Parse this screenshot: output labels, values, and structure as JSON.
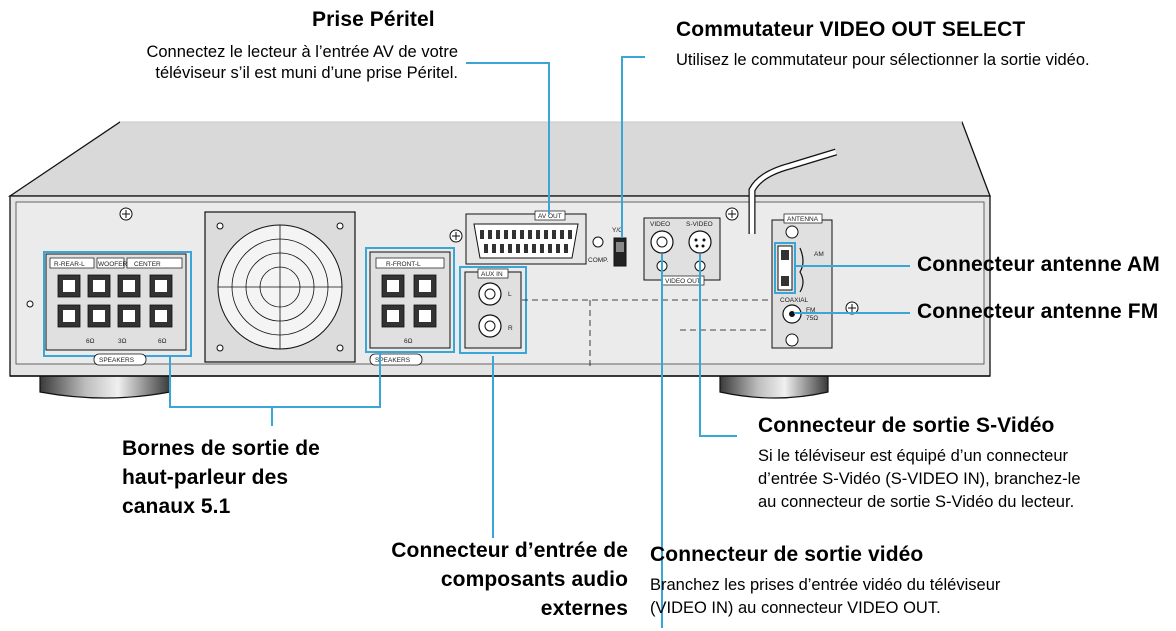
{
  "colors": {
    "callout": "#3aa6d8",
    "body": "#e3e3e3",
    "top": "#d8d8d8",
    "panel": "#eeeeee"
  },
  "callouts": {
    "peritel": {
      "title": "Prise Péritel",
      "desc": "Connectez le lecteur à l’entrée AV de votre\ntéléviseur s’il est muni d’une prise Péritel."
    },
    "video_out_select": {
      "title": "Commutateur VIDEO OUT SELECT",
      "desc": "Utilisez le commutateur pour sélectionner la sortie vidéo."
    },
    "am": {
      "title": "Connecteur antenne AM"
    },
    "fm": {
      "title": "Connecteur antenne FM"
    },
    "speakers": {
      "title": "Bornes de sortie de\nhaut-parleur des\ncanaux 5.1"
    },
    "aux": {
      "title": "Connecteur d’entrée de\ncomposants audio\nexternes"
    },
    "svideo": {
      "title": "Connecteur de sortie S-Vidéo",
      "desc": "Si le téléviseur est équipé d’un connecteur\nd’entrée S-Vidéo (S-VIDEO IN), branchez-le\nau connecteur de sortie S-Vidéo du lecteur."
    },
    "video": {
      "title": "Connecteur de sortie vidéo",
      "desc": "Branchez les prises d’entrée vidéo du téléviseur\n(VIDEO IN) au connecteur VIDEO OUT."
    }
  },
  "panel_labels": {
    "r_rear_l": "R-REAR-L",
    "woofer": "WOOFER",
    "center": "CENTER",
    "ohm_6a": "6Ω",
    "ohm_3": "3Ω",
    "ohm_6b": "6Ω",
    "speakers_a": "SPEAKERS",
    "r_front_l": "R-FRONT-L",
    "ohm_6c": "6Ω",
    "speakers_b": "SPEAKERS",
    "aux_in": "AUX IN",
    "aux_l": "L",
    "aux_r": "R",
    "av_out": "AV OUT",
    "yc": "Y/C",
    "comp": "COMP.",
    "video": "VIDEO",
    "s_video": "S-VIDEO",
    "video_out": "VIDEO OUT",
    "antenna": "ANTENNA",
    "am": "AM",
    "coaxial": "COAXIAL",
    "fm": "FM",
    "fm_ohm": "75Ω"
  }
}
